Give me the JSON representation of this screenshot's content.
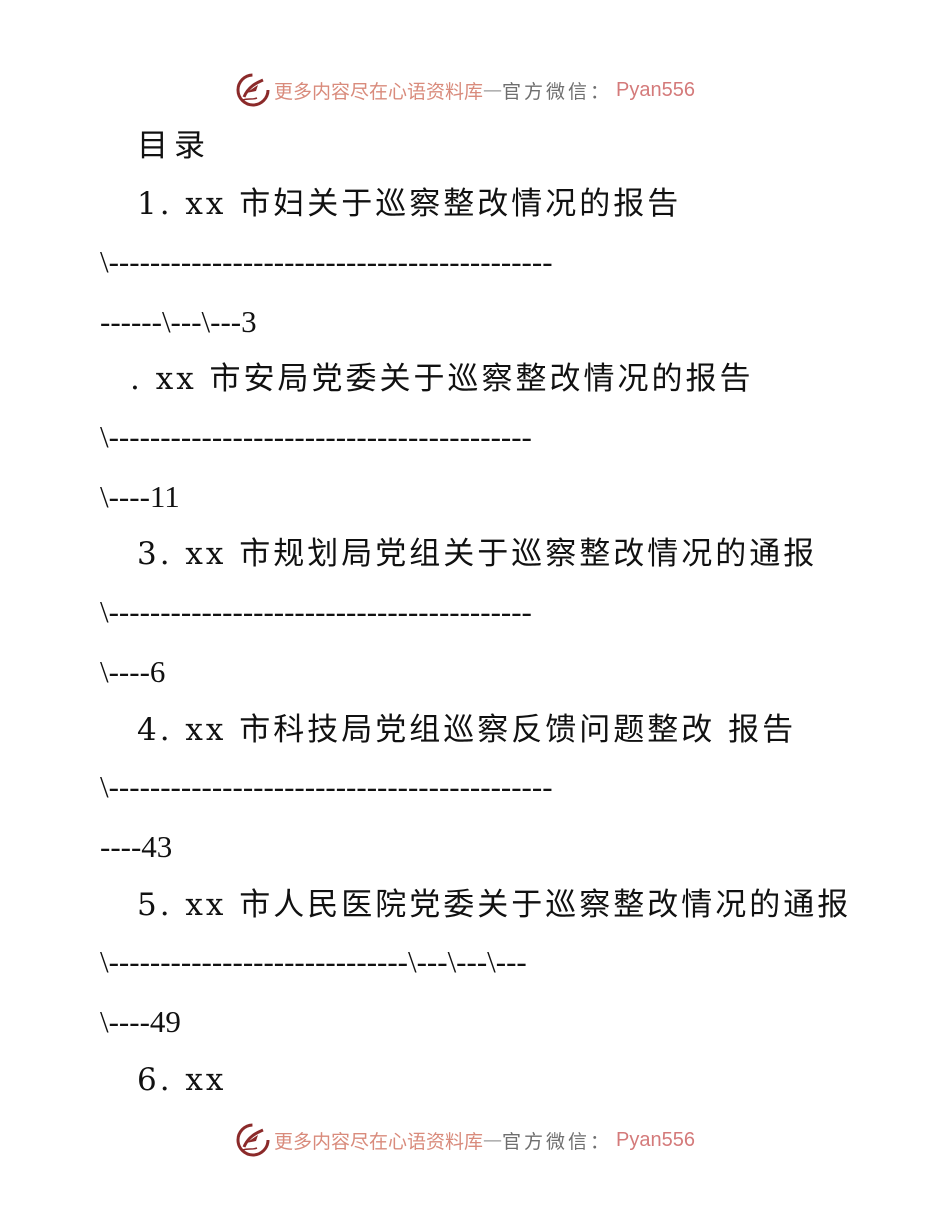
{
  "watermark": {
    "logo_icon": "pen-swirl-logo-icon",
    "site_text": "更多内容尽在心语资料库",
    "dash": "—",
    "wechat_label": "官方微信：",
    "wechat_id": "Pyan556",
    "colors": {
      "site": "#d98b7c",
      "label": "#6f6f6f",
      "id": "#d47a7a",
      "logo": "#8b2a2a"
    }
  },
  "toc": {
    "title": "目录",
    "entries": [
      {
        "heading": "1. xx 市妇关于巡察整改情况的报告",
        "leader_line1": "\\-------------------------------------------",
        "leader_line2": "------\\---\\---3",
        "page": "3"
      },
      {
        "heading": ". xx 市安局党委关于巡察整改情况的报告",
        "leader_line1": "\\-----------------------------------------",
        "leader_line2": "\\----11",
        "page": "11"
      },
      {
        "heading": "3. xx 市规划局党组关于巡察整改情况的通报",
        "leader_line1": "\\-----------------------------------------",
        "leader_line2": "\\----6",
        "page": "6"
      },
      {
        "heading": "4. xx 市科技局党组巡察反馈问题整改 报告",
        "leader_line1": "\\-------------------------------------------",
        "leader_line2": "----43",
        "page": "43"
      },
      {
        "heading": "5. xx 市人民医院党委关于巡察整改情况的通报",
        "leader_line1": "\\-----------------------------\\---\\---\\---",
        "leader_line2": "\\----49",
        "page": "49"
      },
      {
        "heading": "6. xx",
        "leader_line1": "",
        "leader_line2": "",
        "page": ""
      }
    ]
  }
}
